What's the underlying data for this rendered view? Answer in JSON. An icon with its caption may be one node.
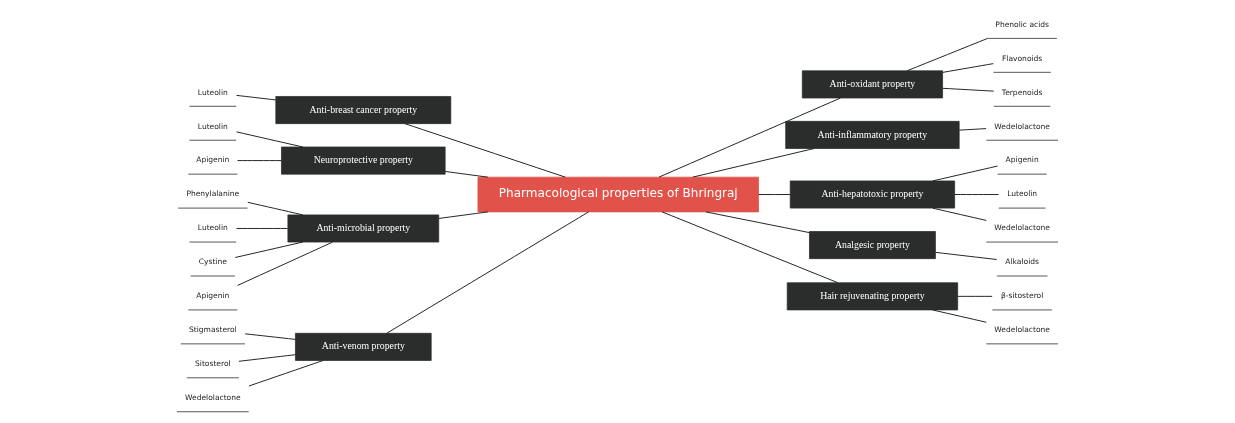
{
  "diagram": {
    "nodes": [
      {
        "text": [
          "Pharmacological properties of Bhringraj"
        ]
      },
      {
        "text": [
          "Anti-breast cancer property"
        ]
      },
      {
        "text": [
          "Luteolin"
        ]
      },
      {
        "text": [
          "Neuroprotective property"
        ]
      },
      {
        "text": [
          "Luteolin"
        ]
      },
      {
        "text": [
          "Apigenin"
        ]
      },
      {
        "text": [
          "Anti-microbial property"
        ]
      },
      {
        "text": [
          "Phenylalanine"
        ]
      },
      {
        "text": [
          "Luteolin"
        ]
      },
      {
        "text": [
          "Cystine"
        ]
      },
      {
        "text": [
          "Apigenin"
        ]
      },
      {
        "text": [
          "Anti-venom property"
        ]
      },
      {
        "text": [
          "Stigmasterol"
        ]
      },
      {
        "text": [
          "Sitosterol"
        ]
      },
      {
        "text": [
          "Wedelolactone"
        ]
      },
      {
        "text": [
          "Anti-oxidant property"
        ]
      },
      {
        "text": [
          "Phenolic acids"
        ]
      },
      {
        "text": [
          "Flavonoids"
        ]
      },
      {
        "text": [
          "Terpenoids"
        ]
      },
      {
        "text": [
          "Anti-inflammatory property"
        ]
      },
      {
        "text": [
          "Wedelolactone"
        ]
      },
      {
        "text": [
          "Anti-hepatotoxic property"
        ]
      },
      {
        "text": [
          "Apigenin"
        ]
      },
      {
        "text": [
          "Luteolin"
        ]
      },
      {
        "text": [
          "Wedelolactone"
        ]
      },
      {
        "text": [
          "Analgesic property"
        ]
      },
      {
        "text": [
          "Alkaloids"
        ]
      },
      {
        "text": [
          "Hair rejuvenating property"
        ]
      },
      {
        "text": [
          "β-sitosterol"
        ]
      },
      {
        "text": [
          "Wedelolactone"
        ]
      }
    ],
    "edges": [
      {
        "from": 0,
        "to": 1,
        "arrow": "none"
      },
      {
        "from": 1,
        "to": 2,
        "arrow": "none"
      },
      {
        "from": 0,
        "to": 3,
        "arrow": "none"
      },
      {
        "from": 3,
        "to": 4,
        "arrow": "none"
      },
      {
        "from": 3,
        "to": 5,
        "arrow": "none"
      },
      {
        "from": 0,
        "to": 6,
        "arrow": "none"
      },
      {
        "from": 6,
        "to": 7,
        "arrow": "none"
      },
      {
        "from": 6,
        "to": 8,
        "arrow": "none"
      },
      {
        "from": 6,
        "to": 9,
        "arrow": "none"
      },
      {
        "from": 6,
        "to": 10,
        "arrow": "none"
      },
      {
        "from": 0,
        "to": 11,
        "arrow": "none"
      },
      {
        "from": 11,
        "to": 12,
        "arrow": "none"
      },
      {
        "from": 11,
        "to": 13,
        "arrow": "none"
      },
      {
        "from": 11,
        "to": 14,
        "arrow": "none"
      },
      {
        "from": 0,
        "to": 15,
        "arrow": "none"
      },
      {
        "from": 15,
        "to": 16,
        "arrow": "none"
      },
      {
        "from": 15,
        "to": 17,
        "arrow": "none"
      },
      {
        "from": 15,
        "to": 18,
        "arrow": "none"
      },
      {
        "from": 0,
        "to": 19,
        "arrow": "none"
      },
      {
        "from": 19,
        "to": 20,
        "arrow": "none"
      },
      {
        "from": 0,
        "to": 21,
        "arrow": "none"
      },
      {
        "from": 21,
        "to": 22,
        "arrow": "none"
      },
      {
        "from": 21,
        "to": 23,
        "arrow": "none"
      },
      {
        "from": 21,
        "to": 24,
        "arrow": "none"
      },
      {
        "from": 0,
        "to": 25,
        "arrow": "none"
      },
      {
        "from": 25,
        "to": 26,
        "arrow": "none"
      },
      {
        "from": 0,
        "to": 27,
        "arrow": "none"
      },
      {
        "from": 27,
        "to": 28,
        "arrow": "none"
      },
      {
        "from": 27,
        "to": 29,
        "arrow": "none"
      }
    ]
  }
}
